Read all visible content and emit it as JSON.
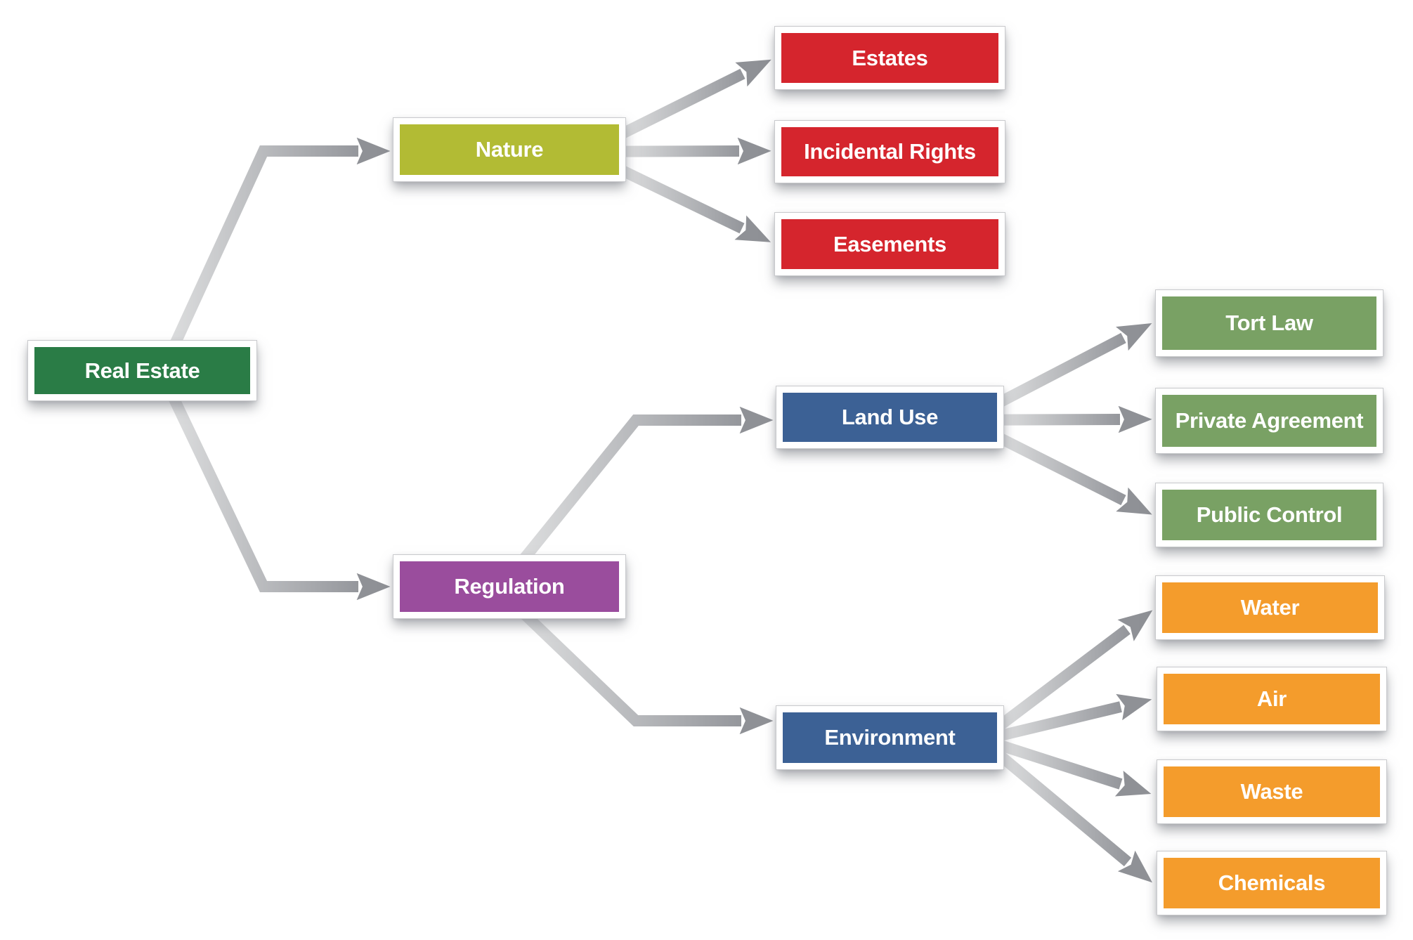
{
  "figure": {
    "background": "#ffffff",
    "arrow_gradient_light": "#dcddde",
    "arrow_gradient_dark": "#95979c",
    "arrowhead_color": "#8f9196",
    "box_frame_color": "#ffffff",
    "text_color": "#ffffff"
  },
  "nodes": {
    "real_estate": {
      "label": "Real Estate",
      "color": "#2a7c46"
    },
    "nature": {
      "label": "Nature",
      "color": "#b2bb34"
    },
    "estates": {
      "label": "Estates",
      "color": "#d5252d"
    },
    "incidental_rights": {
      "label": "Incidental Rights",
      "color": "#d5252d"
    },
    "easements": {
      "label": "Easements",
      "color": "#d5252d"
    },
    "regulation": {
      "label": "Regulation",
      "color": "#9a4d9d"
    },
    "land_use": {
      "label": "Land Use",
      "color": "#3c6195"
    },
    "tort_law": {
      "label": "Tort Law",
      "color": "#79a164"
    },
    "private_agreement": {
      "label": "Private Agreement",
      "color": "#79a164"
    },
    "public_control": {
      "label": "Public Control",
      "color": "#79a164"
    },
    "environment": {
      "label": "Environment",
      "color": "#3c6195"
    },
    "water": {
      "label": "Water",
      "color": "#f49c2c"
    },
    "air": {
      "label": "Air",
      "color": "#f49c2c"
    },
    "waste": {
      "label": "Waste",
      "color": "#f49c2c"
    },
    "chemicals": {
      "label": "Chemicals",
      "color": "#f49c2c"
    }
  },
  "edges": [
    {
      "from": "real_estate",
      "to": "nature"
    },
    {
      "from": "real_estate",
      "to": "regulation"
    },
    {
      "from": "nature",
      "to": "estates"
    },
    {
      "from": "nature",
      "to": "incidental_rights"
    },
    {
      "from": "nature",
      "to": "easements"
    },
    {
      "from": "regulation",
      "to": "land_use"
    },
    {
      "from": "regulation",
      "to": "environment"
    },
    {
      "from": "land_use",
      "to": "tort_law"
    },
    {
      "from": "land_use",
      "to": "private_agreement"
    },
    {
      "from": "land_use",
      "to": "public_control"
    },
    {
      "from": "environment",
      "to": "water"
    },
    {
      "from": "environment",
      "to": "air"
    },
    {
      "from": "environment",
      "to": "waste"
    },
    {
      "from": "environment",
      "to": "chemicals"
    }
  ]
}
